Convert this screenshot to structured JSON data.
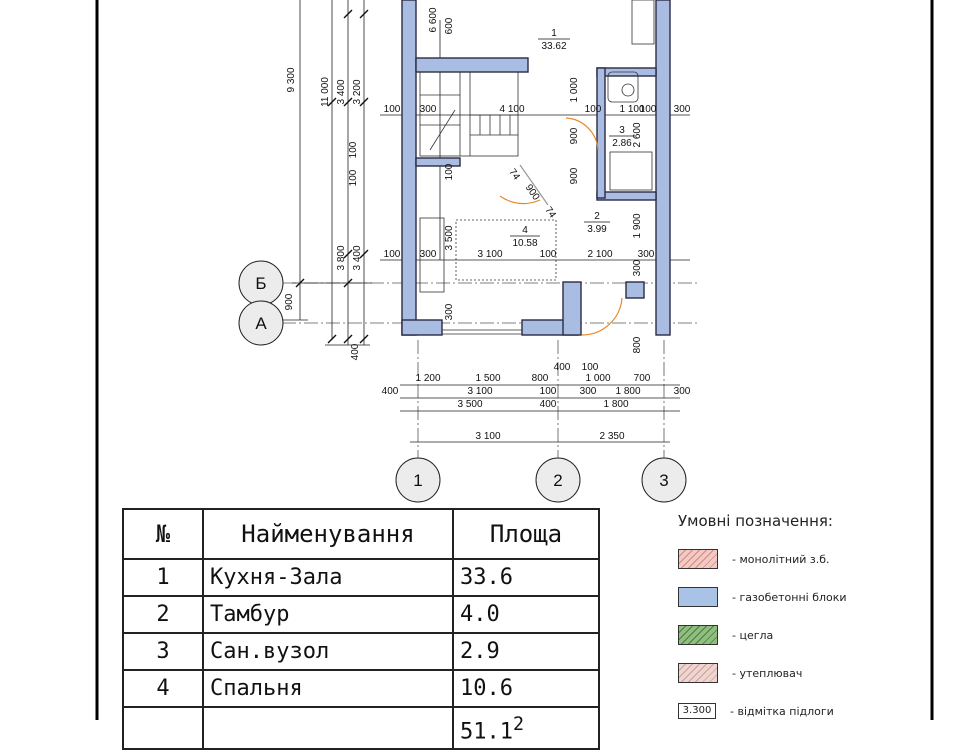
{
  "sheet": {
    "border_color": "#000000"
  },
  "axes": {
    "letters": [
      "Б",
      "А"
    ],
    "numbers": [
      "1",
      "2",
      "3"
    ]
  },
  "rooms_plan": [
    {
      "num": "1",
      "area": "33.62"
    },
    {
      "num": "2",
      "area": "3.99"
    },
    {
      "num": "3",
      "area": "2.86"
    },
    {
      "num": "4",
      "area": "10.58"
    }
  ],
  "dimensions": {
    "left_vertical": [
      "9 300",
      "11 000",
      "3 400",
      "3 200",
      "6 600",
      "3 800",
      "3 400",
      "900",
      "400",
      "1 000",
      "900",
      "900",
      "1 900",
      "600",
      "2 600",
      "100",
      "100",
      "100",
      "800",
      "300",
      "300",
      "3 500"
    ],
    "row_upper": [
      "100",
      "300",
      "4 100",
      "100",
      "1 100",
      "100",
      "300"
    ],
    "row_lower": [
      "100",
      "300",
      "3 100",
      "100",
      "2 100",
      "300"
    ],
    "bottom_row1": [
      "400",
      "100"
    ],
    "bottom_row2": [
      "1 200",
      "1 500",
      "800",
      "1 000",
      "700"
    ],
    "bottom_row3": [
      "400",
      "3 100",
      "100",
      "300",
      "1 800",
      "300"
    ],
    "bottom_row4": [
      "3 500",
      "400",
      "1 800"
    ],
    "bottom_row5": [
      "3 100",
      "2 350"
    ],
    "door_marks": [
      "74",
      "900",
      "74"
    ]
  },
  "table": {
    "headers": [
      "№",
      "Найменування",
      "Площа"
    ],
    "rows": [
      {
        "num": "1",
        "name": "Кухня-Зала",
        "area": "33.6"
      },
      {
        "num": "2",
        "name": "Тамбур",
        "area": "4.0"
      },
      {
        "num": "3",
        "name": "Сан.вузол",
        "area": "2.9"
      },
      {
        "num": "4",
        "name": "Спальня",
        "area": "10.6"
      },
      {
        "num": "",
        "name": "",
        "area": "51.1"
      }
    ],
    "total_superscript": "2"
  },
  "legend": {
    "title": "Умовні позначення:",
    "items": [
      {
        "label": "- монолітний з.б.",
        "color": "#f3c9c4",
        "hatch": "#d08a80"
      },
      {
        "label": "- газобетонні блоки",
        "color": "#a9c3e6",
        "hatch": ""
      },
      {
        "label": "- цегла",
        "color": "#8fbf7e",
        "hatch": "#4d7a3f"
      },
      {
        "label": "- утеплювач",
        "color": "#f0d4d0",
        "hatch": "#c7a19b"
      }
    ],
    "level_tag": "3.300",
    "level_label": "- відмітка підлоги"
  },
  "colors": {
    "wall": "#a9bde3",
    "wall_stroke": "#2b2b45",
    "door_arc": "#e6892b"
  }
}
